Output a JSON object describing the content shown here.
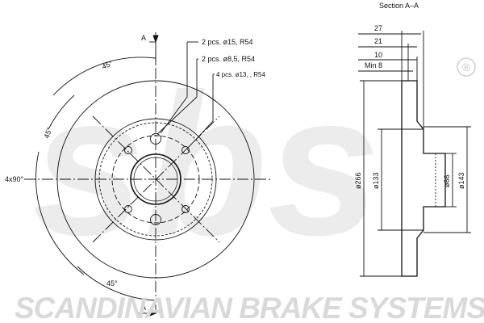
{
  "section_title": "Section A–A",
  "front_view": {
    "section_mark_top": "A",
    "section_mark_bottom": "A",
    "holes": [
      "2 pcs. ø15, R54",
      "2 pcs. ø8,5, R54",
      "4 pcs. ø13, , R54"
    ],
    "angle_top": "45°",
    "angle_left": "45°",
    "angle_bottom": "45°",
    "angle_grid": "4x90°"
  },
  "section_view": {
    "widths": [
      "27",
      "21",
      "10",
      "Min 8"
    ],
    "diameters": [
      "ø266",
      "ø133",
      "ø66",
      "ø143"
    ]
  },
  "brand": {
    "footer": "SCANDINAVIAN BRAKE SYSTEMS",
    "logo": "sbs",
    "registered": "®"
  },
  "colors": {
    "line": "#111111",
    "watermark": "#e0e0e0"
  }
}
